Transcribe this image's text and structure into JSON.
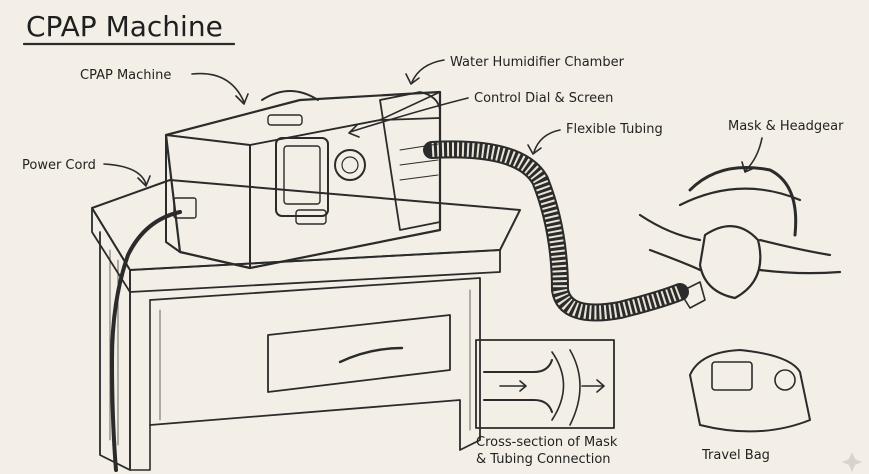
{
  "title": "CPAP Machine",
  "labels": {
    "cpap_machine": "CPAP Machine",
    "power_cord": "Power Cord",
    "water_humidifier": "Water Humidifier Chamber",
    "control_dial": "Control Dial & Screen",
    "flexible_tubing": "Flexible Tubing",
    "mask_headgear": "Mask & Headgear"
  },
  "captions": {
    "cross_section_line1": "Cross-section of Mask",
    "cross_section_line2": "& Tubing Connection",
    "travel_bag": "Travel Bag"
  }
}
